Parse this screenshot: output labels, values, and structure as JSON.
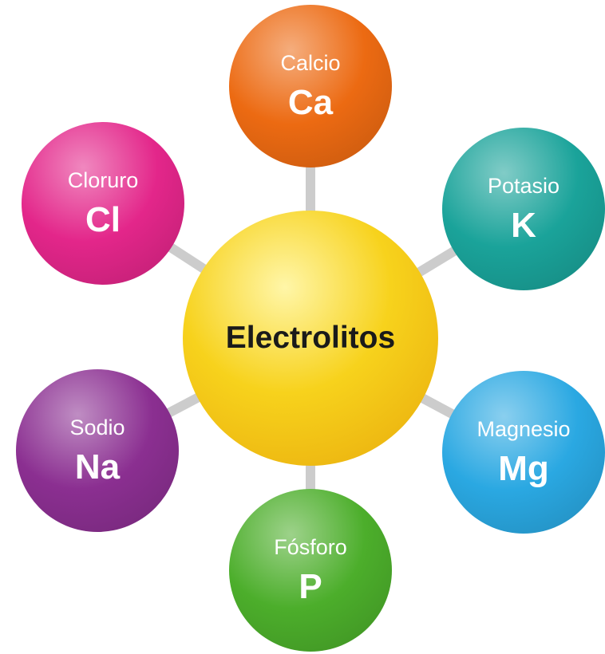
{
  "center": {
    "title": "Electrolitos",
    "color": "#f5c518"
  },
  "elements": [
    {
      "id": "calcio",
      "name": "Calcio",
      "symbol": "Ca",
      "color": "#ec6a12"
    },
    {
      "id": "potasio",
      "name": "Potasio",
      "symbol": "K",
      "color": "#1aa39a"
    },
    {
      "id": "magnesio",
      "name": "Magnesio",
      "symbol": "Mg",
      "color": "#2aa8e2"
    },
    {
      "id": "fosforo",
      "name": "Fósforo",
      "symbol": "P",
      "color": "#4cae2b"
    },
    {
      "id": "sodio",
      "name": "Sodio",
      "symbol": "Na",
      "color": "#8b2f91"
    },
    {
      "id": "cloruro",
      "name": "Cloruro",
      "symbol": "Cl",
      "color": "#e3268a"
    }
  ],
  "connector_color": "#cccccc"
}
